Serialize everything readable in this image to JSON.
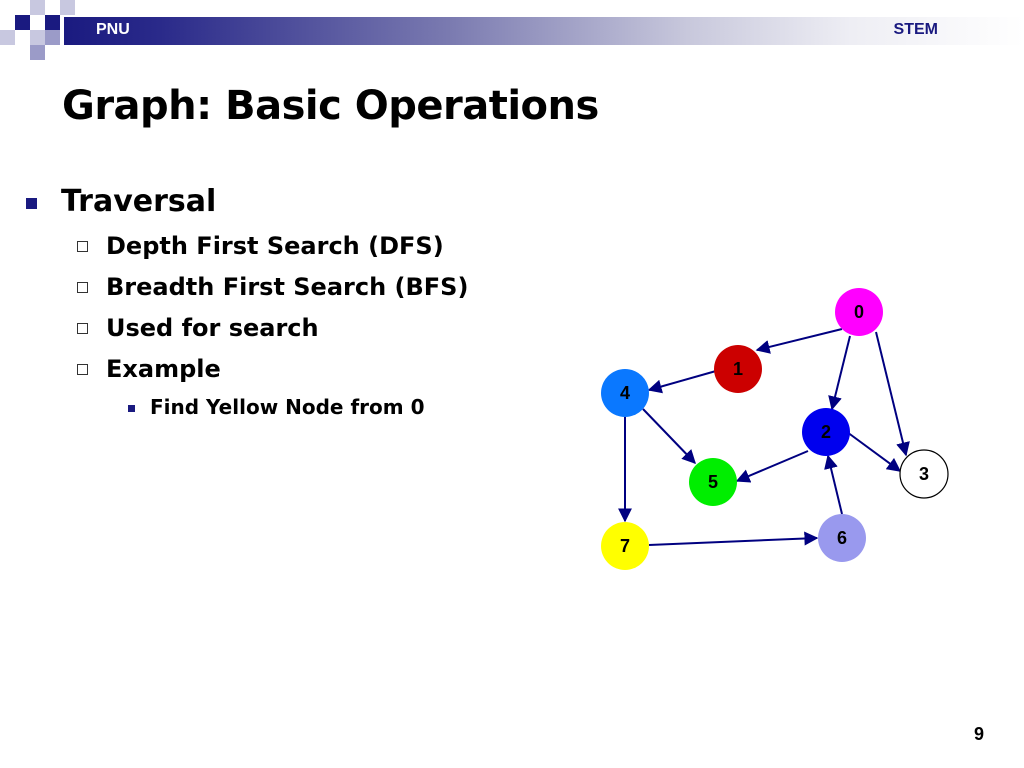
{
  "header": {
    "left_label": "PNU",
    "right_label": "STEM"
  },
  "slide": {
    "title": "Graph: Basic Operations",
    "bullets": [
      {
        "text": "Traversal",
        "children": [
          {
            "text": "Depth First Search (DFS)"
          },
          {
            "text": "Breadth First Search (BFS)"
          },
          {
            "text": "Used for search"
          },
          {
            "text": "Example",
            "children": [
              {
                "text": "Find Yellow Node from 0"
              }
            ]
          }
        ]
      }
    ],
    "page_number": "9"
  },
  "graph": {
    "nodes": [
      {
        "id": "0",
        "label": "0",
        "fill": "#ff00ff",
        "text_color": "#000000"
      },
      {
        "id": "1",
        "label": "1",
        "fill": "#cc0000",
        "text_color": "#000000"
      },
      {
        "id": "2",
        "label": "2",
        "fill": "#0000ee",
        "text_color": "#000000"
      },
      {
        "id": "3",
        "label": "3",
        "fill": "#ffffff",
        "text_color": "#000000"
      },
      {
        "id": "4",
        "label": "4",
        "fill": "#0a78ff",
        "text_color": "#000000"
      },
      {
        "id": "5",
        "label": "5",
        "fill": "#00ee00",
        "text_color": "#000000"
      },
      {
        "id": "6",
        "label": "6",
        "fill": "#9999ee",
        "text_color": "#000000"
      },
      {
        "id": "7",
        "label": "7",
        "fill": "#ffff00",
        "text_color": "#000000"
      }
    ],
    "edges": [
      {
        "from": "0",
        "to": "1"
      },
      {
        "from": "0",
        "to": "2"
      },
      {
        "from": "0",
        "to": "3"
      },
      {
        "from": "1",
        "to": "4"
      },
      {
        "from": "4",
        "to": "5"
      },
      {
        "from": "4",
        "to": "7"
      },
      {
        "from": "2",
        "to": "5"
      },
      {
        "from": "2",
        "to": "3"
      },
      {
        "from": "6",
        "to": "2"
      },
      {
        "from": "7",
        "to": "6"
      }
    ],
    "edge_color": "#000080"
  }
}
